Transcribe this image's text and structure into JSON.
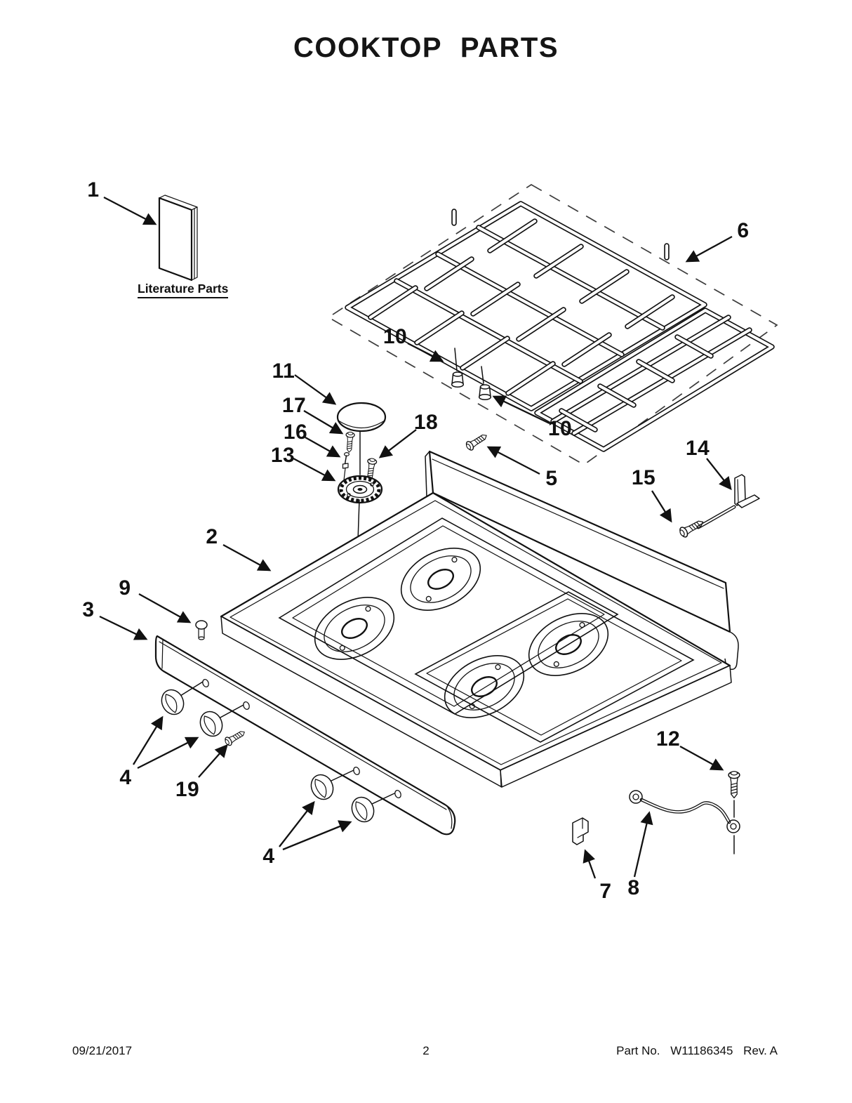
{
  "title": "COOKTOP PARTS",
  "literature": {
    "caption": "Literature Parts"
  },
  "callouts": [
    {
      "part": "1"
    },
    {
      "part": "6"
    },
    {
      "part": "10"
    },
    {
      "part": "10"
    },
    {
      "part": "11"
    },
    {
      "part": "17"
    },
    {
      "part": "16"
    },
    {
      "part": "13"
    },
    {
      "part": "18"
    },
    {
      "part": "5"
    },
    {
      "part": "15"
    },
    {
      "part": "14"
    },
    {
      "part": "2"
    },
    {
      "part": "9"
    },
    {
      "part": "3"
    },
    {
      "part": "4"
    },
    {
      "part": "19"
    },
    {
      "part": "4"
    },
    {
      "part": "7"
    },
    {
      "part": "8"
    },
    {
      "part": "12"
    }
  ],
  "footer": {
    "date": "09/21/2017",
    "page": "2",
    "part_label": "Part No.",
    "part_number": "W11186345",
    "revision": "Rev. A"
  }
}
